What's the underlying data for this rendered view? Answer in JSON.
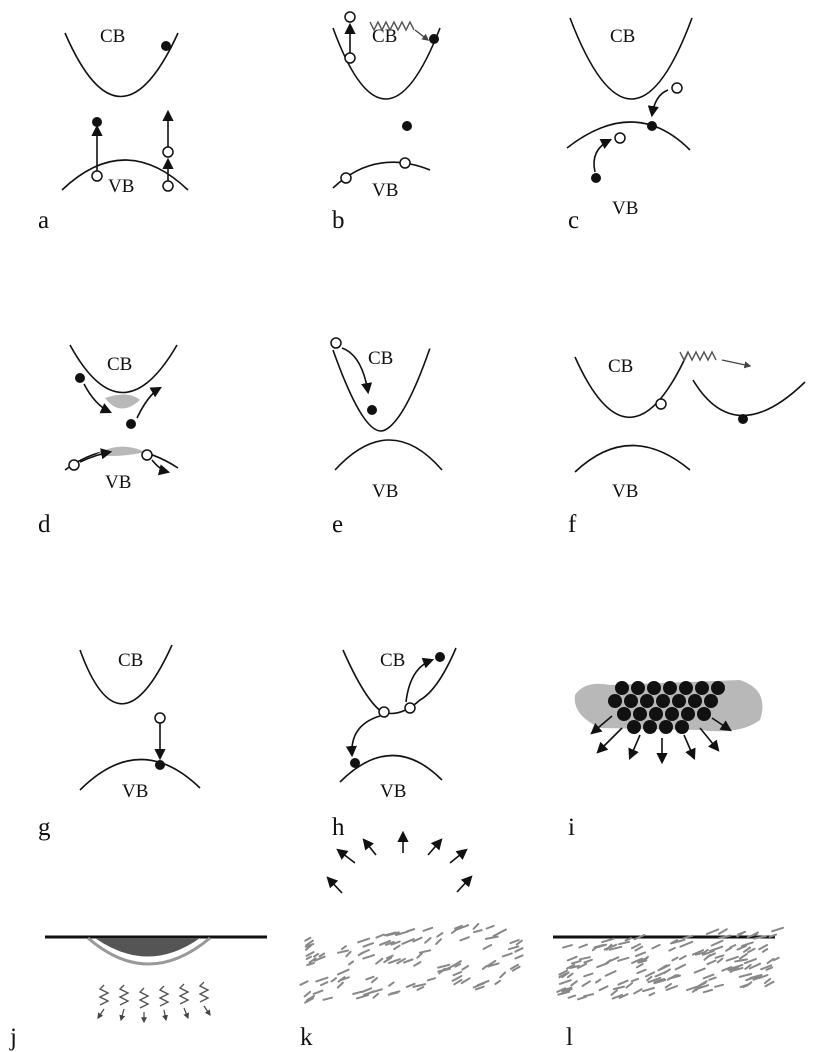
{
  "panels": [
    {
      "id": "a",
      "label": "a",
      "top_band": "CB",
      "bottom_band": "VB"
    },
    {
      "id": "b",
      "label": "b",
      "top_band": "CB",
      "bottom_band": "VB"
    },
    {
      "id": "c",
      "label": "c",
      "top_band": "CB",
      "bottom_band": "VB"
    },
    {
      "id": "d",
      "label": "d",
      "top_band": "CB",
      "bottom_band": "VB"
    },
    {
      "id": "e",
      "label": "e",
      "top_band": "CB",
      "bottom_band": "VB"
    },
    {
      "id": "f",
      "label": "f",
      "top_band": "CB",
      "bottom_band": "VB"
    },
    {
      "id": "g",
      "label": "g",
      "top_band": "CB",
      "bottom_band": "VB"
    },
    {
      "id": "h",
      "label": "h",
      "top_band": "CB",
      "bottom_band": "VB"
    },
    {
      "id": "i",
      "label": "i"
    },
    {
      "id": "j",
      "label": "j"
    },
    {
      "id": "k",
      "label": "k"
    },
    {
      "id": "l",
      "label": "l"
    }
  ],
  "colors": {
    "ink": "#111111",
    "grey": "#b8b8b8",
    "hole_fill": "#ffffff"
  }
}
